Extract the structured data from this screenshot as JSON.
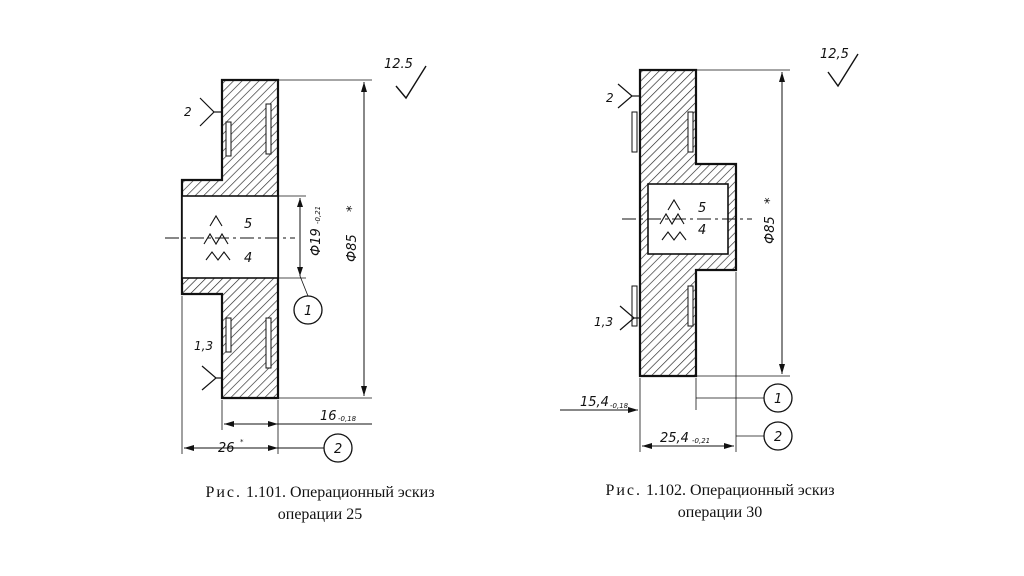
{
  "figure1": {
    "roughness": "12.5",
    "surface_top": "2",
    "surface_bottom": "1,3",
    "bore_top": "5",
    "bore_bottom": "4",
    "dim_bore": "Ф19",
    "dim_bore_tol": "-0,21",
    "dim_outer": "Ф85",
    "dim_outer_mark": "*",
    "dim_width": "16",
    "dim_width_tol": "-0,18",
    "dim_total": "26",
    "dim_total_mark": "*",
    "callout_1": "1",
    "callout_2": "2",
    "caption_prefix": "Рис.",
    "caption_line1": "1.101. Операционный эскиз",
    "caption_line2": "операции 25"
  },
  "figure2": {
    "roughness": "12,5",
    "surface_top": "2",
    "surface_bottom": "1,3",
    "bore_top": "5",
    "bore_bottom": "4",
    "dim_outer": "Ф85",
    "dim_outer_mark": "*",
    "dim_left": "15,4",
    "dim_left_tol": "-0,18",
    "dim_total": "25,4",
    "dim_total_tol": "-0,21",
    "callout_1": "1",
    "callout_2": "2",
    "caption_prefix": "Рис.",
    "caption_line1": "1.102. Операционный эскиз",
    "caption_line2": "операции 30"
  }
}
